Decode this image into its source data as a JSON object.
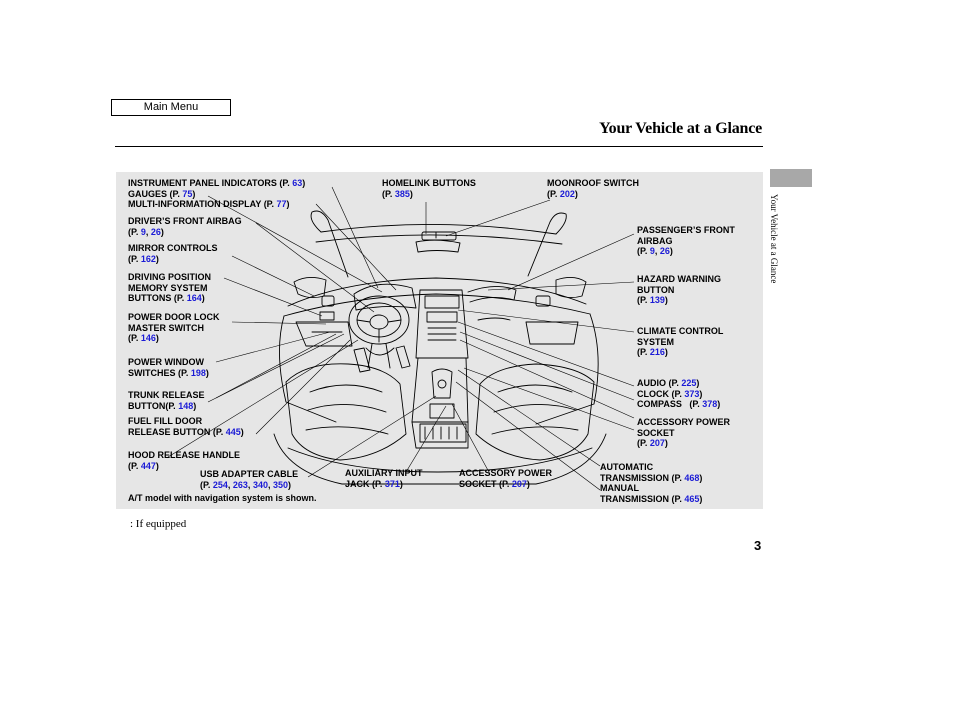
{
  "main_menu": "Main Menu",
  "page_title": "Your Vehicle at a Glance",
  "side_tab_text": "Your Vehicle at a Glance",
  "page_number": "3",
  "footnote": ":  If equipped",
  "diagram_note": "A/T model with navigation system is shown.",
  "labels": {
    "instrument_panel": {
      "line1": "INSTRUMENT PANEL INDICATORS",
      "ref_prefix": "(P. ",
      "pages": "63",
      "ref_suffix": ")"
    },
    "gauges": {
      "line1": "GAUGES",
      "ref_prefix": "(P. ",
      "pages": "75",
      "ref_suffix": ")"
    },
    "multi_info": {
      "line1": "MULTI-INFORMATION DISPLAY",
      "ref_prefix": "(P. ",
      "pages": "77",
      "ref_suffix": ")"
    },
    "drivers_airbag": {
      "line1": "DRIVER’S FRONT AIRBAG",
      "ref_prefix": "(P. ",
      "page_a": "9",
      "sep": ", ",
      "page_b": "26",
      "ref_suffix": ")"
    },
    "mirror_controls": {
      "line1": "MIRROR CONTROLS",
      "ref_prefix": "(P. ",
      "pages": "162",
      "ref_suffix": ")"
    },
    "driving_position": {
      "line1": "DRIVING POSITION",
      "line2": "MEMORY SYSTEM",
      "line3": "BUTTONS",
      "ref_prefix": "(P. ",
      "pages": "164",
      "ref_suffix": ")"
    },
    "power_door_lock": {
      "line1": "POWER DOOR LOCK",
      "line2": "MASTER SWITCH",
      "ref_prefix": "(P. ",
      "pages": "146",
      "ref_suffix": ")"
    },
    "power_window": {
      "line1": "POWER WINDOW",
      "line2": "SWITCHES",
      "ref_prefix": "(P. ",
      "pages": "198",
      "ref_suffix": ")"
    },
    "trunk_release": {
      "line1": "TRUNK RELEASE",
      "line2": "BUTTON",
      "ref_prefix": "(P. ",
      "pages": "148",
      "ref_suffix": ")"
    },
    "fuel_fill": {
      "line1": "FUEL FILL DOOR",
      "line2": "RELEASE BUTTON",
      "ref_prefix": "(P. ",
      "pages": "445",
      "ref_suffix": ")"
    },
    "hood_release": {
      "line1": "HOOD RELEASE HANDLE",
      "ref_prefix": "(P. ",
      "pages": "447",
      "ref_suffix": ")"
    },
    "usb_adapter": {
      "line1": "USB ADAPTER CABLE",
      "ref_prefix": "(P. ",
      "p1": "254",
      "p2": "263",
      "p3": "340",
      "p4": "350",
      "sep": ", ",
      "ref_suffix": ")"
    },
    "aux_input": {
      "line1": "AUXILIARY INPUT",
      "line2": "JACK",
      "ref_prefix": "(P. ",
      "pages": "371",
      "ref_suffix": ")"
    },
    "accessory_socket_bottom": {
      "line1": "ACCESSORY POWER",
      "line2": "SOCKET",
      "ref_prefix": "(P. ",
      "pages": "207",
      "ref_suffix": ")"
    },
    "homelink": {
      "line1": "HOMELINK BUTTONS",
      "ref_prefix": "(P. ",
      "pages": "385",
      "ref_suffix": ")"
    },
    "moonroof": {
      "line1": "MOONROOF SWITCH",
      "ref_prefix": "(P. ",
      "pages": "202",
      "ref_suffix": ")"
    },
    "passengers_airbag": {
      "line1": "PASSENGER’S FRONT",
      "line2": "AIRBAG",
      "ref_prefix": "(P. ",
      "page_a": "9",
      "sep": ", ",
      "page_b": "26",
      "ref_suffix": ")"
    },
    "hazard": {
      "line1": "HAZARD WARNING",
      "line2": "BUTTON",
      "ref_prefix": "(P. ",
      "pages": "139",
      "ref_suffix": ")"
    },
    "climate": {
      "line1": "CLIMATE CONTROL",
      "line2": "SYSTEM",
      "ref_prefix": "(P. ",
      "pages": "216",
      "ref_suffix": ")"
    },
    "audio": {
      "line1": "AUDIO",
      "ref_prefix": "(P. ",
      "pages": "225",
      "ref_suffix": ")"
    },
    "clock": {
      "line1": "CLOCK",
      "ref_prefix": "(P. ",
      "pages": "373",
      "ref_suffix": ")"
    },
    "compass": {
      "line1": "COMPASS",
      "ref_prefix": "(P. ",
      "pages": "378",
      "ref_suffix": ")"
    },
    "accessory_socket_right": {
      "line1": "ACCESSORY POWER",
      "line2": "SOCKET",
      "ref_prefix": "(P. ",
      "pages": "207",
      "ref_suffix": ")"
    },
    "automatic": {
      "line1": "AUTOMATIC",
      "line2": "TRANSMISSION",
      "ref_prefix": "(P. ",
      "pages": "468",
      "ref_suffix": ")"
    },
    "manual": {
      "line1": "MANUAL",
      "line2": "TRANSMISSION",
      "ref_prefix": "(P. ",
      "pages": "465",
      "ref_suffix": ")"
    }
  }
}
